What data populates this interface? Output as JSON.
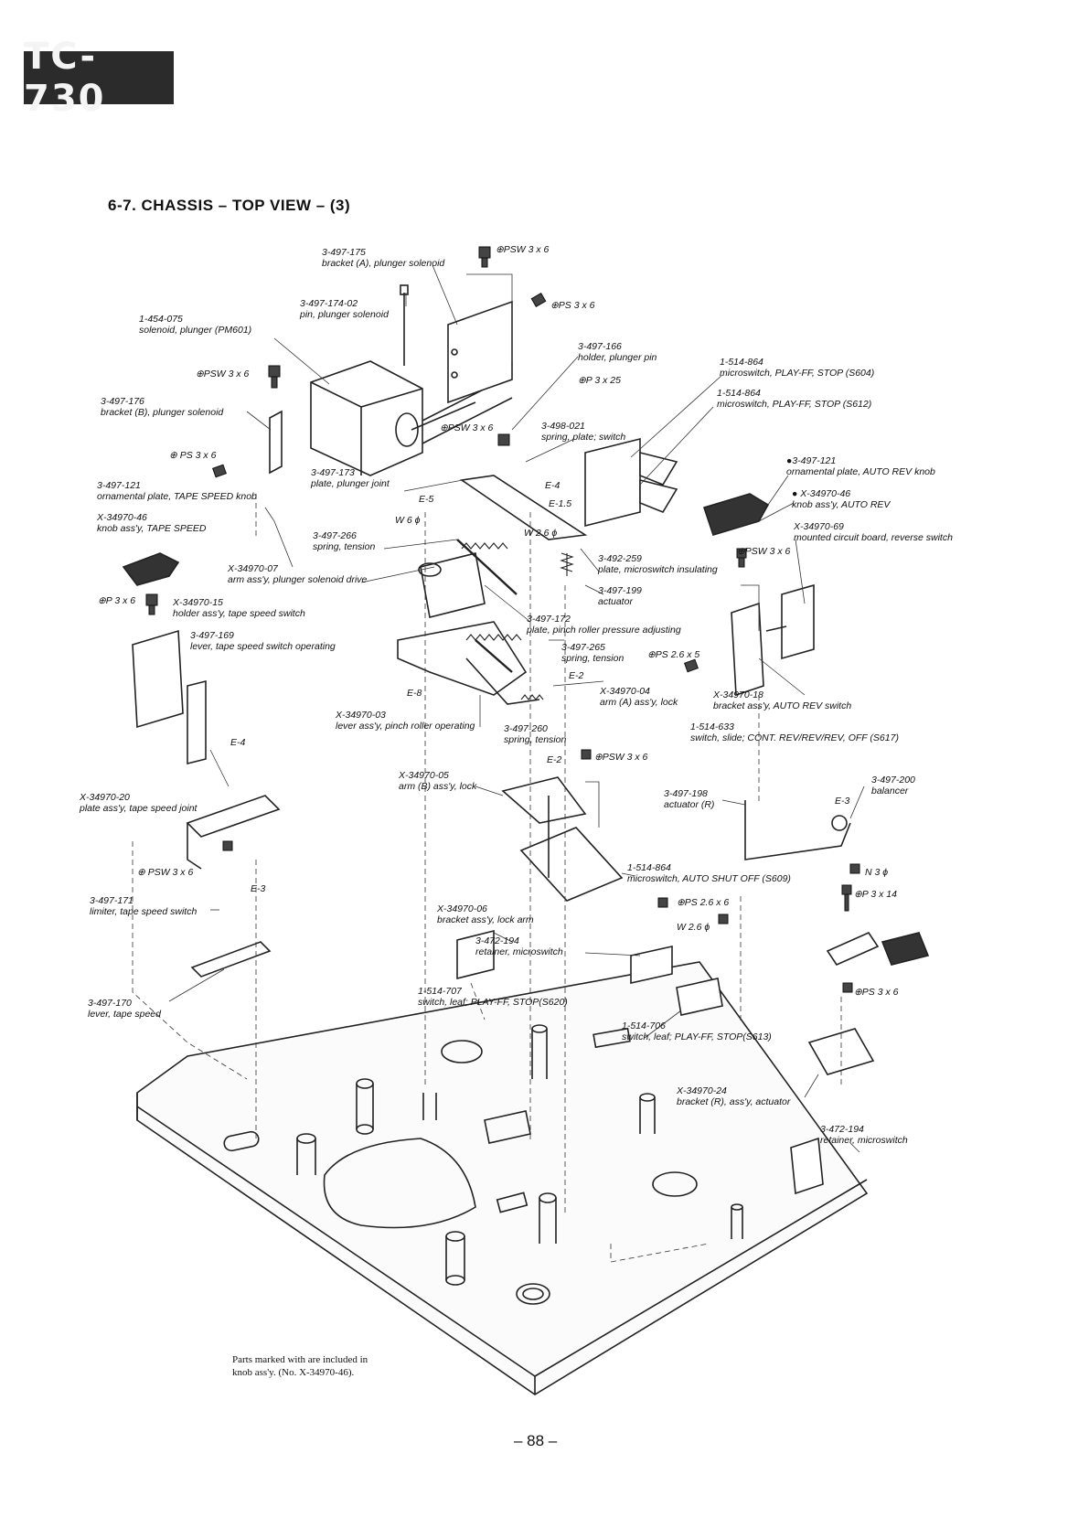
{
  "header": {
    "model": "TC-730"
  },
  "section_title": "6-7.  CHASSIS – TOP VIEW – (3)",
  "parts": [
    {
      "pn": "3-497-175",
      "desc": "bracket (A), plunger solenoid"
    },
    {
      "pn": "3-497-174-02",
      "desc": "pin, plunger solenoid"
    },
    {
      "pn": "1-454-075",
      "desc": "solenoid, plunger (PM601)"
    },
    {
      "pn": "3-497-166",
      "desc": "holder, plunger pin"
    },
    {
      "pn": "1-514-864",
      "desc": "microswitch, PLAY-FF, STOP  (S604)"
    },
    {
      "pn": "1-514-864",
      "desc": "microswitch, PLAY-FF, STOP  (S612)"
    },
    {
      "pn": "3-497-176",
      "desc": "bracket (B), plunger solenoid"
    },
    {
      "pn": "3-498-021",
      "desc": "spring, plate; switch"
    },
    {
      "pn": "●3-497-121",
      "desc": "ornamental plate, AUTO  REV knob"
    },
    {
      "pn": "3-497-121",
      "desc": "ornamental plate, TAPE SPEED knob"
    },
    {
      "pn": "3-497-173",
      "desc": "plate, plunger joint"
    },
    {
      "pn": "● X-34970-46",
      "desc": "knob ass'y, AUTO  REV"
    },
    {
      "pn": "X-34970-46",
      "desc": "knob ass'y, TAPE  SPEED"
    },
    {
      "pn": "3-497-266",
      "desc": "spring, tension"
    },
    {
      "pn": "X-34970-69",
      "desc": "mounted circuit board, reverse switch"
    },
    {
      "pn": "X-34970-07",
      "desc": "arm ass'y, plunger solenoid drive"
    },
    {
      "pn": "3-492-259",
      "desc": "plate, microswitch insulating"
    },
    {
      "pn": "3-497-199",
      "desc": "actuator"
    },
    {
      "pn": "X-34970-15",
      "desc": "holder ass'y, tape speed switch"
    },
    {
      "pn": "3-497-172",
      "desc": "plate, pinch roller pressure adjusting"
    },
    {
      "pn": "3-497-169",
      "desc": "lever, tape speed switch operating"
    },
    {
      "pn": "3-497-265",
      "desc": "spring, tension"
    },
    {
      "pn": "X-34970-04",
      "desc": "arm (A) ass'y, lock"
    },
    {
      "pn": "X-34970-18",
      "desc": "bracket ass'y,  AUTO  REV switch"
    },
    {
      "pn": "X-34970-03",
      "desc": "lever ass'y, pinch roller operating"
    },
    {
      "pn": "3-497-260",
      "desc": "spring, tension"
    },
    {
      "pn": "1-514-633",
      "desc": "switch, slide; CONT. REV/REV/REV, OFF (S617)"
    },
    {
      "pn": "X-34970-05",
      "desc": "arm (B) ass'y, lock"
    },
    {
      "pn": "3-497-200",
      "desc": "balancer"
    },
    {
      "pn": "3-497-198",
      "desc": "actuator (R)"
    },
    {
      "pn": "X-34970-20",
      "desc": "plate ass'y, tape speed joint"
    },
    {
      "pn": "1-514-864",
      "desc": "microswitch, AUTO  SHUT  OFF (S609)"
    },
    {
      "pn": "3-497-171",
      "desc": "limiter, tape speed switch"
    },
    {
      "pn": "X-34970-06",
      "desc": "bracket ass'y, lock arm"
    },
    {
      "pn": "3-472-194",
      "desc": "retainer, microswitch"
    },
    {
      "pn": "1-514-707",
      "desc": "switch, leaf; PLAY-FF, STOP(S620)"
    },
    {
      "pn": "3-497-170",
      "desc": "lever, tape speed"
    },
    {
      "pn": "1-514-706",
      "desc": "switch, leaf; PLAY-FF, STOP(S613)"
    },
    {
      "pn": "X-34970-24",
      "desc": "bracket (R), ass'y, actuator"
    },
    {
      "pn": "3-472-194",
      "desc": "retainer, microswitch"
    }
  ],
  "hardware": [
    "⊕PSW 3 x 6",
    "⊕PS 3 x 6",
    "⊕P 3 x 25",
    "⊕PSW 3 x 6",
    "⊕PSW 3 x 6",
    "⊕  PS 3 x 6",
    "E-4",
    "E-1.5",
    "E-5",
    "W 6 ϕ",
    "W 2.6 ϕ",
    "⊕PSW 3 x 6",
    "⊕P 3 x 6",
    "⊕PS 2.6 x 5",
    "E-2",
    "E-8",
    "E-2",
    "⊕PSW 3 x 6",
    "E-4",
    "E-3",
    "⊕  PSW 3 x 6",
    "E-3",
    "N 3 ϕ",
    "⊕P 3 x 14",
    "⊕PS 2.6 x 6",
    "W 2.6 ϕ",
    "⊕PS 3 x 6"
  ],
  "footnote": {
    "line1": "Parts marked with      are included in",
    "line2": "knob ass'y.       (No. X-34970-46)."
  },
  "page_number": "– 88 –"
}
